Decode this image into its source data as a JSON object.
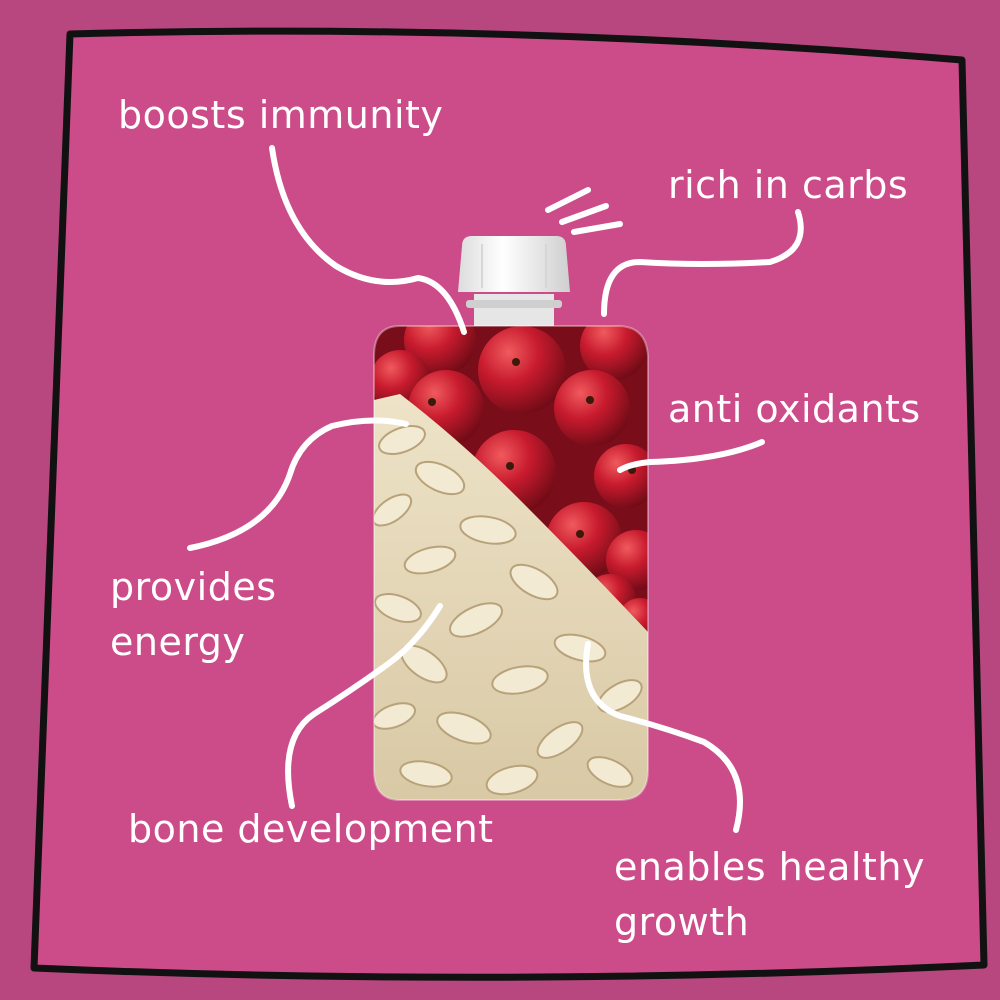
{
  "colors": {
    "background": "#cc4b89",
    "outer_border": "#b8477f",
    "frame_line": "#111111",
    "annotation_line": "#ffffff",
    "apple_red": "#c21a2c",
    "oat_beige": "#e8dcc0",
    "cap_white": "#f4f4f4"
  },
  "benefits": {
    "boosts_immunity": "boosts immunity",
    "rich_in_carbs": "rich in carbs",
    "anti_oxidants": "anti oxidants",
    "provides_energy": [
      "provides",
      "energy"
    ],
    "bone_development": "bone development",
    "enables_healthy_growth": [
      "enables healthy",
      "growth"
    ]
  },
  "product": {
    "icon": "food-pouch-icon",
    "fill_top": "apples",
    "fill_bottom": "rolled oats"
  }
}
